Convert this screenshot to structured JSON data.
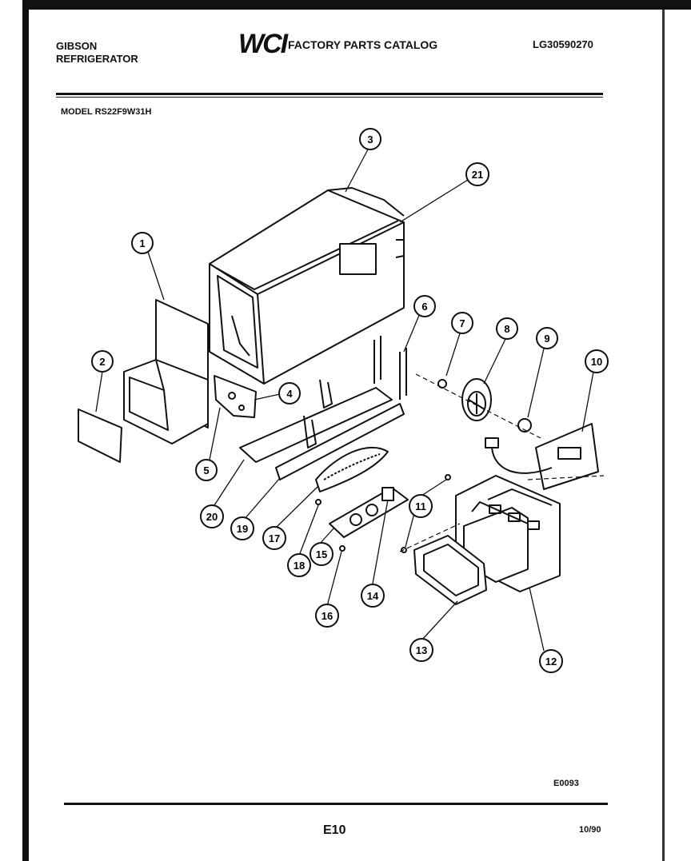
{
  "header": {
    "brand": "GIBSON",
    "product": "REFRIGERATOR",
    "logo": "WCI",
    "catalog_title": "FACTORY PARTS CATALOG",
    "catalog_code": "LG30590270"
  },
  "model_label": "MODEL RS22F9W31H",
  "callouts": [
    "1",
    "2",
    "3",
    "4",
    "5",
    "6",
    "7",
    "8",
    "9",
    "10",
    "11",
    "11",
    "12",
    "13",
    "14",
    "15",
    "16",
    "17",
    "18",
    "18",
    "19",
    "20",
    "21"
  ],
  "footer": {
    "drawing_code": "E0093",
    "page_number": "E10",
    "date": "10/90"
  }
}
